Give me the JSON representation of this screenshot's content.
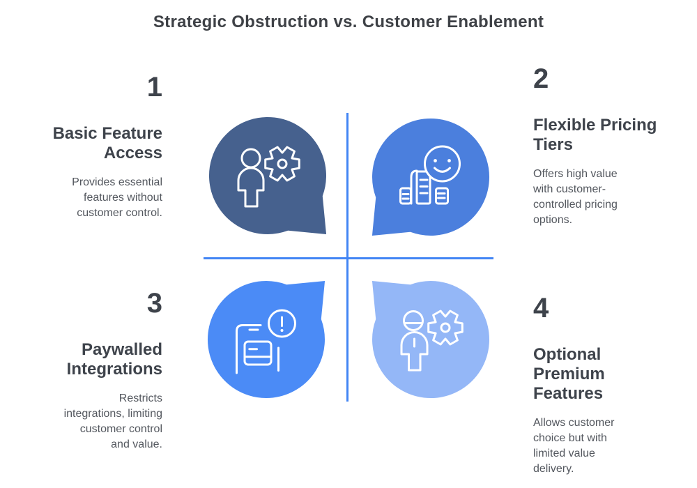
{
  "title": "Strategic Obstruction vs. Customer Enablement",
  "colors": {
    "divider": "#4285f4",
    "title_text": "#3e4146",
    "heading_text": "#3e434b",
    "body_text": "#53575e",
    "icon_stroke": "#ffffff",
    "bubble_outline": "#ffffff"
  },
  "quadrants": [
    {
      "number": "1",
      "heading": "Basic Feature\nAccess",
      "description": "Provides essential\nfeatures without\ncustomer control.",
      "icon": "user-gear-icon",
      "bubble_color": "#46618e"
    },
    {
      "number": "2",
      "heading": "Flexible Pricing\nTiers",
      "description": "Offers high value\nwith customer-\ncontrolled pricing\noptions.",
      "icon": "happy-customer-receipt-icon",
      "bubble_color": "#4b7fdd"
    },
    {
      "number": "3",
      "heading": "Paywalled\nIntegrations",
      "description": "Restricts\nintegrations, limiting\ncustomer control\nand value.",
      "icon": "payment-alert-icon",
      "bubble_color": "#4b8bf6"
    },
    {
      "number": "4",
      "heading": "Optional\nPremium\nFeatures",
      "description": "Allows customer\nchoice but with\nlimited value\ndelivery.",
      "icon": "user-cap-gear-icon",
      "bubble_color": "#94b7f7"
    }
  ]
}
